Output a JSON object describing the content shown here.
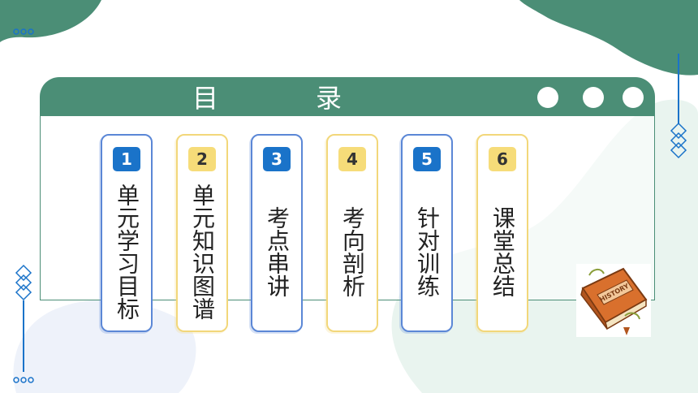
{
  "title": {
    "left": "目",
    "right": "录"
  },
  "colors": {
    "header": "#4b8e76",
    "blue": "#1a73c9",
    "yellow": "#f6dc79",
    "blobTeal": "#4b8e76",
    "blobMint": "#e8f3ee"
  },
  "cards": [
    {
      "num": "1",
      "label": "单元学习目标",
      "style": "blue"
    },
    {
      "num": "2",
      "label": "单元知识图谱",
      "style": "yellow"
    },
    {
      "num": "3",
      "label": "考点串讲",
      "style": "blue"
    },
    {
      "num": "4",
      "label": "考向剖析",
      "style": "yellow"
    },
    {
      "num": "5",
      "label": "针对训练",
      "style": "blue"
    },
    {
      "num": "6",
      "label": "课堂总结",
      "style": "yellow"
    }
  ],
  "book": {
    "icon": "history-book-icon",
    "text": "HISTORY"
  }
}
